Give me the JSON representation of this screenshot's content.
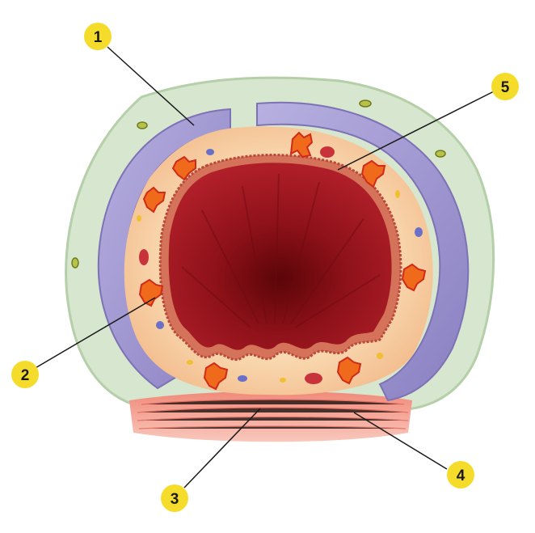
{
  "diagram": {
    "markers": [
      {
        "id": "1",
        "label": "1"
      },
      {
        "id": "2",
        "label": "2"
      },
      {
        "id": "3",
        "label": "3"
      },
      {
        "id": "4",
        "label": "4"
      },
      {
        "id": "5",
        "label": "5"
      }
    ],
    "colors": {
      "marker_fill": "#f5dc2a",
      "leader_line": "#1a1a1a",
      "cartilage": "#9d94cf",
      "perichondrium": "#c9dcc0",
      "submucosa": "#f6c89a",
      "epithelium": "#c85a3a",
      "lumen": "#8f1018",
      "gland": "#ef6a1a",
      "muscle": "#e9776a"
    }
  }
}
